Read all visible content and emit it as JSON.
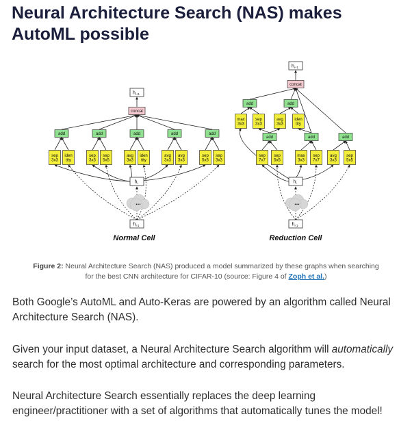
{
  "title": "Neural Architecture Search (NAS) makes AutoML possible",
  "figure": {
    "normal_cell": {
      "label": "Normal Cell",
      "output": "h",
      "output_sub": "i+1",
      "concat": "concat",
      "add": "add",
      "ops": [
        [
          "sep",
          "3x3"
        ],
        [
          "iden",
          "tity"
        ],
        [
          "sep",
          "3x3"
        ],
        [
          "sep",
          "5x5"
        ],
        [
          "avg",
          "3x3"
        ],
        [
          "iden",
          "tity"
        ],
        [
          "avg",
          "3x3"
        ],
        [
          "avg",
          "3x3"
        ],
        [
          "sep",
          "5x5"
        ],
        [
          "sep",
          "3x3"
        ]
      ],
      "h_i": "h",
      "h_i_sub": "i",
      "h_prev": "h",
      "h_prev_sub": "i-1",
      "dots": "..."
    },
    "reduction_cell": {
      "label": "Reduction Cell",
      "output": "h",
      "output_sub": "i+1",
      "concat": "concat",
      "add": "add",
      "top_ops": [
        [
          "max",
          "3x3"
        ],
        [
          "sep",
          "3x3"
        ],
        [
          "avg",
          "3x3"
        ],
        [
          "iden",
          "tity"
        ]
      ],
      "ops": [
        [
          "sep",
          "7x7"
        ],
        [
          "sep",
          "5x5"
        ],
        [
          "max",
          "3x3"
        ],
        [
          "sep",
          "7x7"
        ],
        [
          "avg",
          "3x3"
        ],
        [
          "sep",
          "5x5"
        ]
      ],
      "h_i": "h",
      "h_i_sub": "i",
      "h_prev": "h",
      "h_prev_sub": "i-1",
      "dots": "..."
    },
    "colors": {
      "add": "#8fe08f",
      "op": "#f2ee3a",
      "concat": "#f4c9cf",
      "node": "#ffffff",
      "line": "#222222"
    }
  },
  "caption": {
    "label": "Figure 2:",
    "text": " Neural Architecture Search (NAS) produced a model summarized by these graphs when searching for the best CNN architecture for CIFAR-10 (source: Figure 4 of ",
    "link": "Zoph et al.",
    "end": ")"
  },
  "paragraphs": {
    "p1": "Both Google’s AutoML and Auto-Keras are powered by an algorithm called Neural Architecture Search (NAS).",
    "p2_a": "Given your input dataset, a Neural Architecture Search algorithm will ",
    "p2_em": "automatically",
    "p2_b": " search for the most optimal architecture and corresponding parameters.",
    "p3": "Neural Architecture Search essentially replaces the deep learning engineer/practitioner with a set of algorithms that automatically tunes the model!"
  }
}
